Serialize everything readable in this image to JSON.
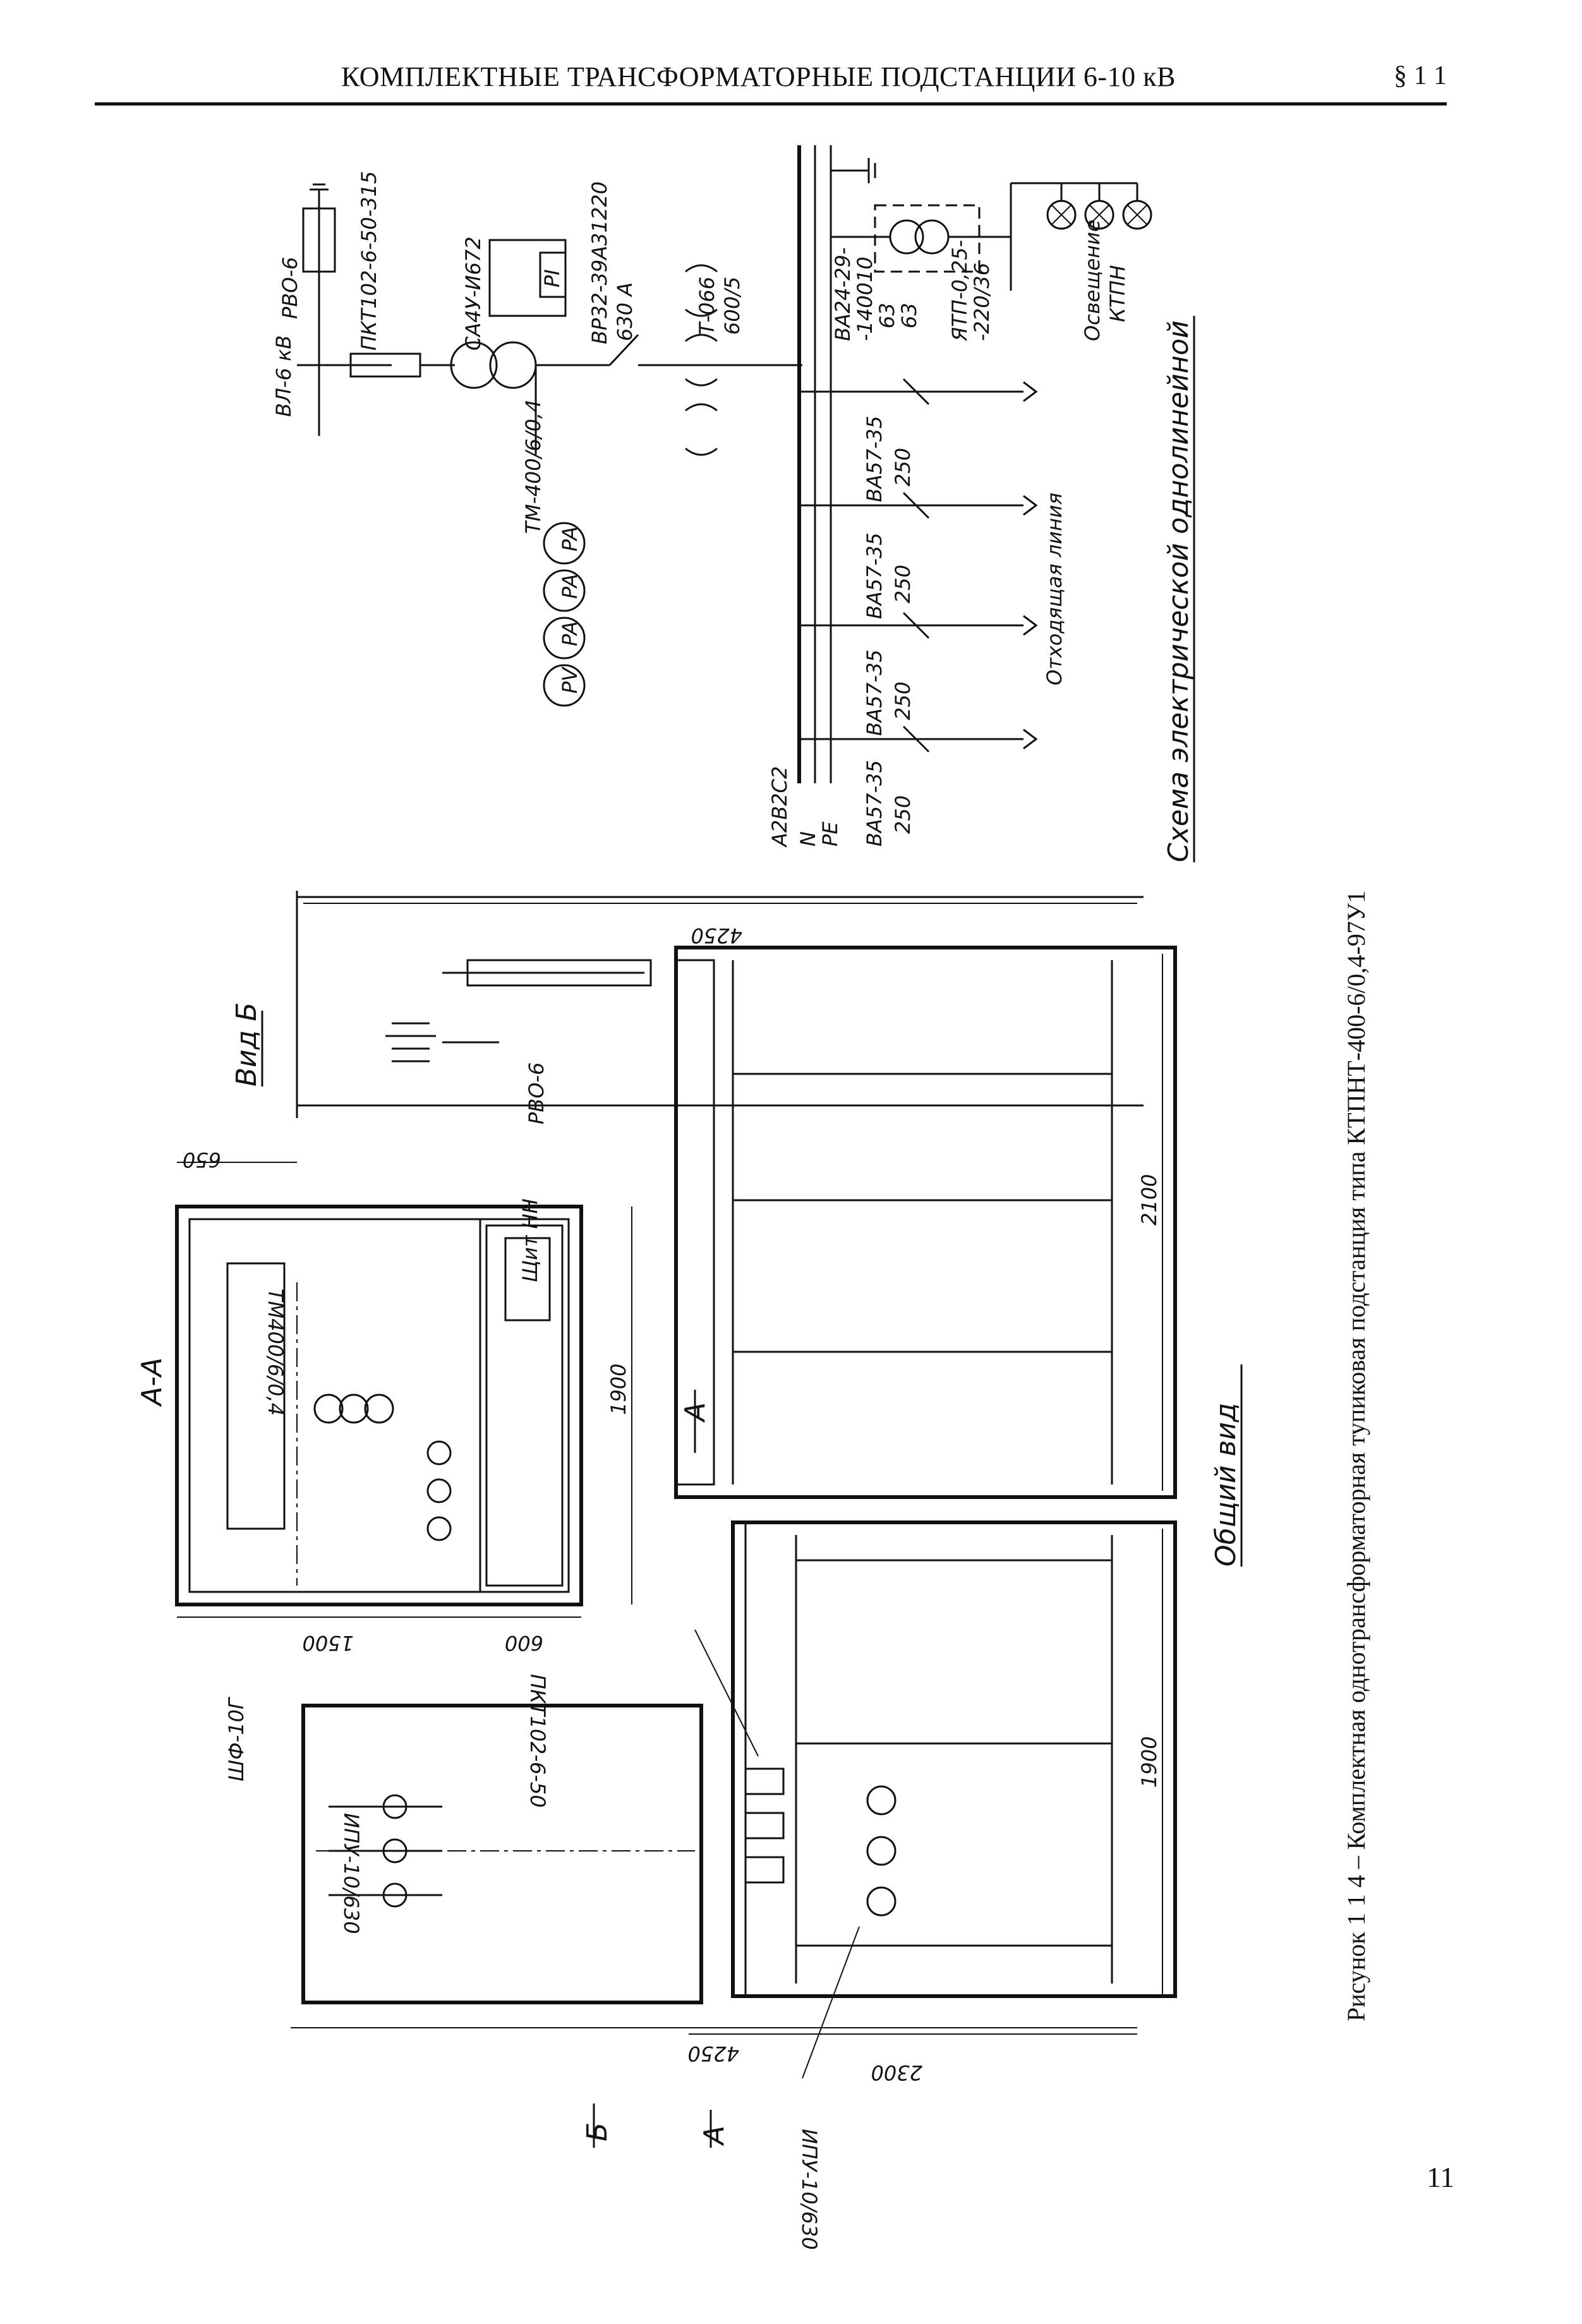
{
  "header": {
    "title": "КОМПЛЕКТНЫЕ ТРАНСФОРМАТОРНЫЕ ПОДСТАНЦИИ 6-10 кВ",
    "section": "§ 1 1"
  },
  "caption": "Рисунок 1 1 4 – Комплектная однотрансформаторная тупиковая подстанция типа КТПНТ-400-6/0,4-97У1",
  "page_number": "11",
  "schematic": {
    "title": "Схема электрической однолинейной",
    "line_label": "ВЛ-6 кВ",
    "arrester": "РВО-6",
    "fuse": "ПКТ102-6-50-315",
    "meter": "СА4У-И672",
    "meter_box": "PI",
    "transformer": "ТМ-400/6/0,4",
    "switch": "ВР32-39А31220",
    "switch_rating": "630 А",
    "ct_type": "Т-066",
    "ct_ratio": "600/5",
    "busbar_labels": [
      "А2В2С2",
      "N",
      "PE"
    ],
    "ammeters": [
      "PA",
      "PA",
      "PA"
    ],
    "voltmeter": "PV",
    "breaker_type": "ВА57-35",
    "breaker_rating": "250",
    "outgoing_line": "Отходящая линия",
    "aux_breaker": "ВА24-29-",
    "aux_breaker_2": "-140010",
    "aux_breaker_3": "63",
    "aux_breaker_4": "63",
    "aux_transformer": "ЯТП-0,25-",
    "aux_transformer_2": "-220/36",
    "lighting": "Освещение",
    "lighting_2": "КТПН"
  },
  "general_view": {
    "title": "Общий вид",
    "arrow_a": "А",
    "arrow_b": "Б",
    "bushing": "ШФ-10Г",
    "disconnector": "ИПУ-10/630",
    "fuse": "ПКТ102-6-50",
    "leader": "ИПУ-10/630",
    "dim_height_side": "4250",
    "dim_width_side": "2300",
    "dim_depth_side": "1900",
    "dim_width_front": "2100"
  },
  "section_aa": {
    "title": "А-А",
    "transformer": "ТМ400/6/0,4",
    "panel": "Щит НН",
    "dim_depth": "1900",
    "dim_a": "1500",
    "dim_b": "600",
    "dim_c": "650"
  },
  "view_b": {
    "title": "Вид Б",
    "arrester": "РВО-6",
    "dim_height": "4250"
  }
}
